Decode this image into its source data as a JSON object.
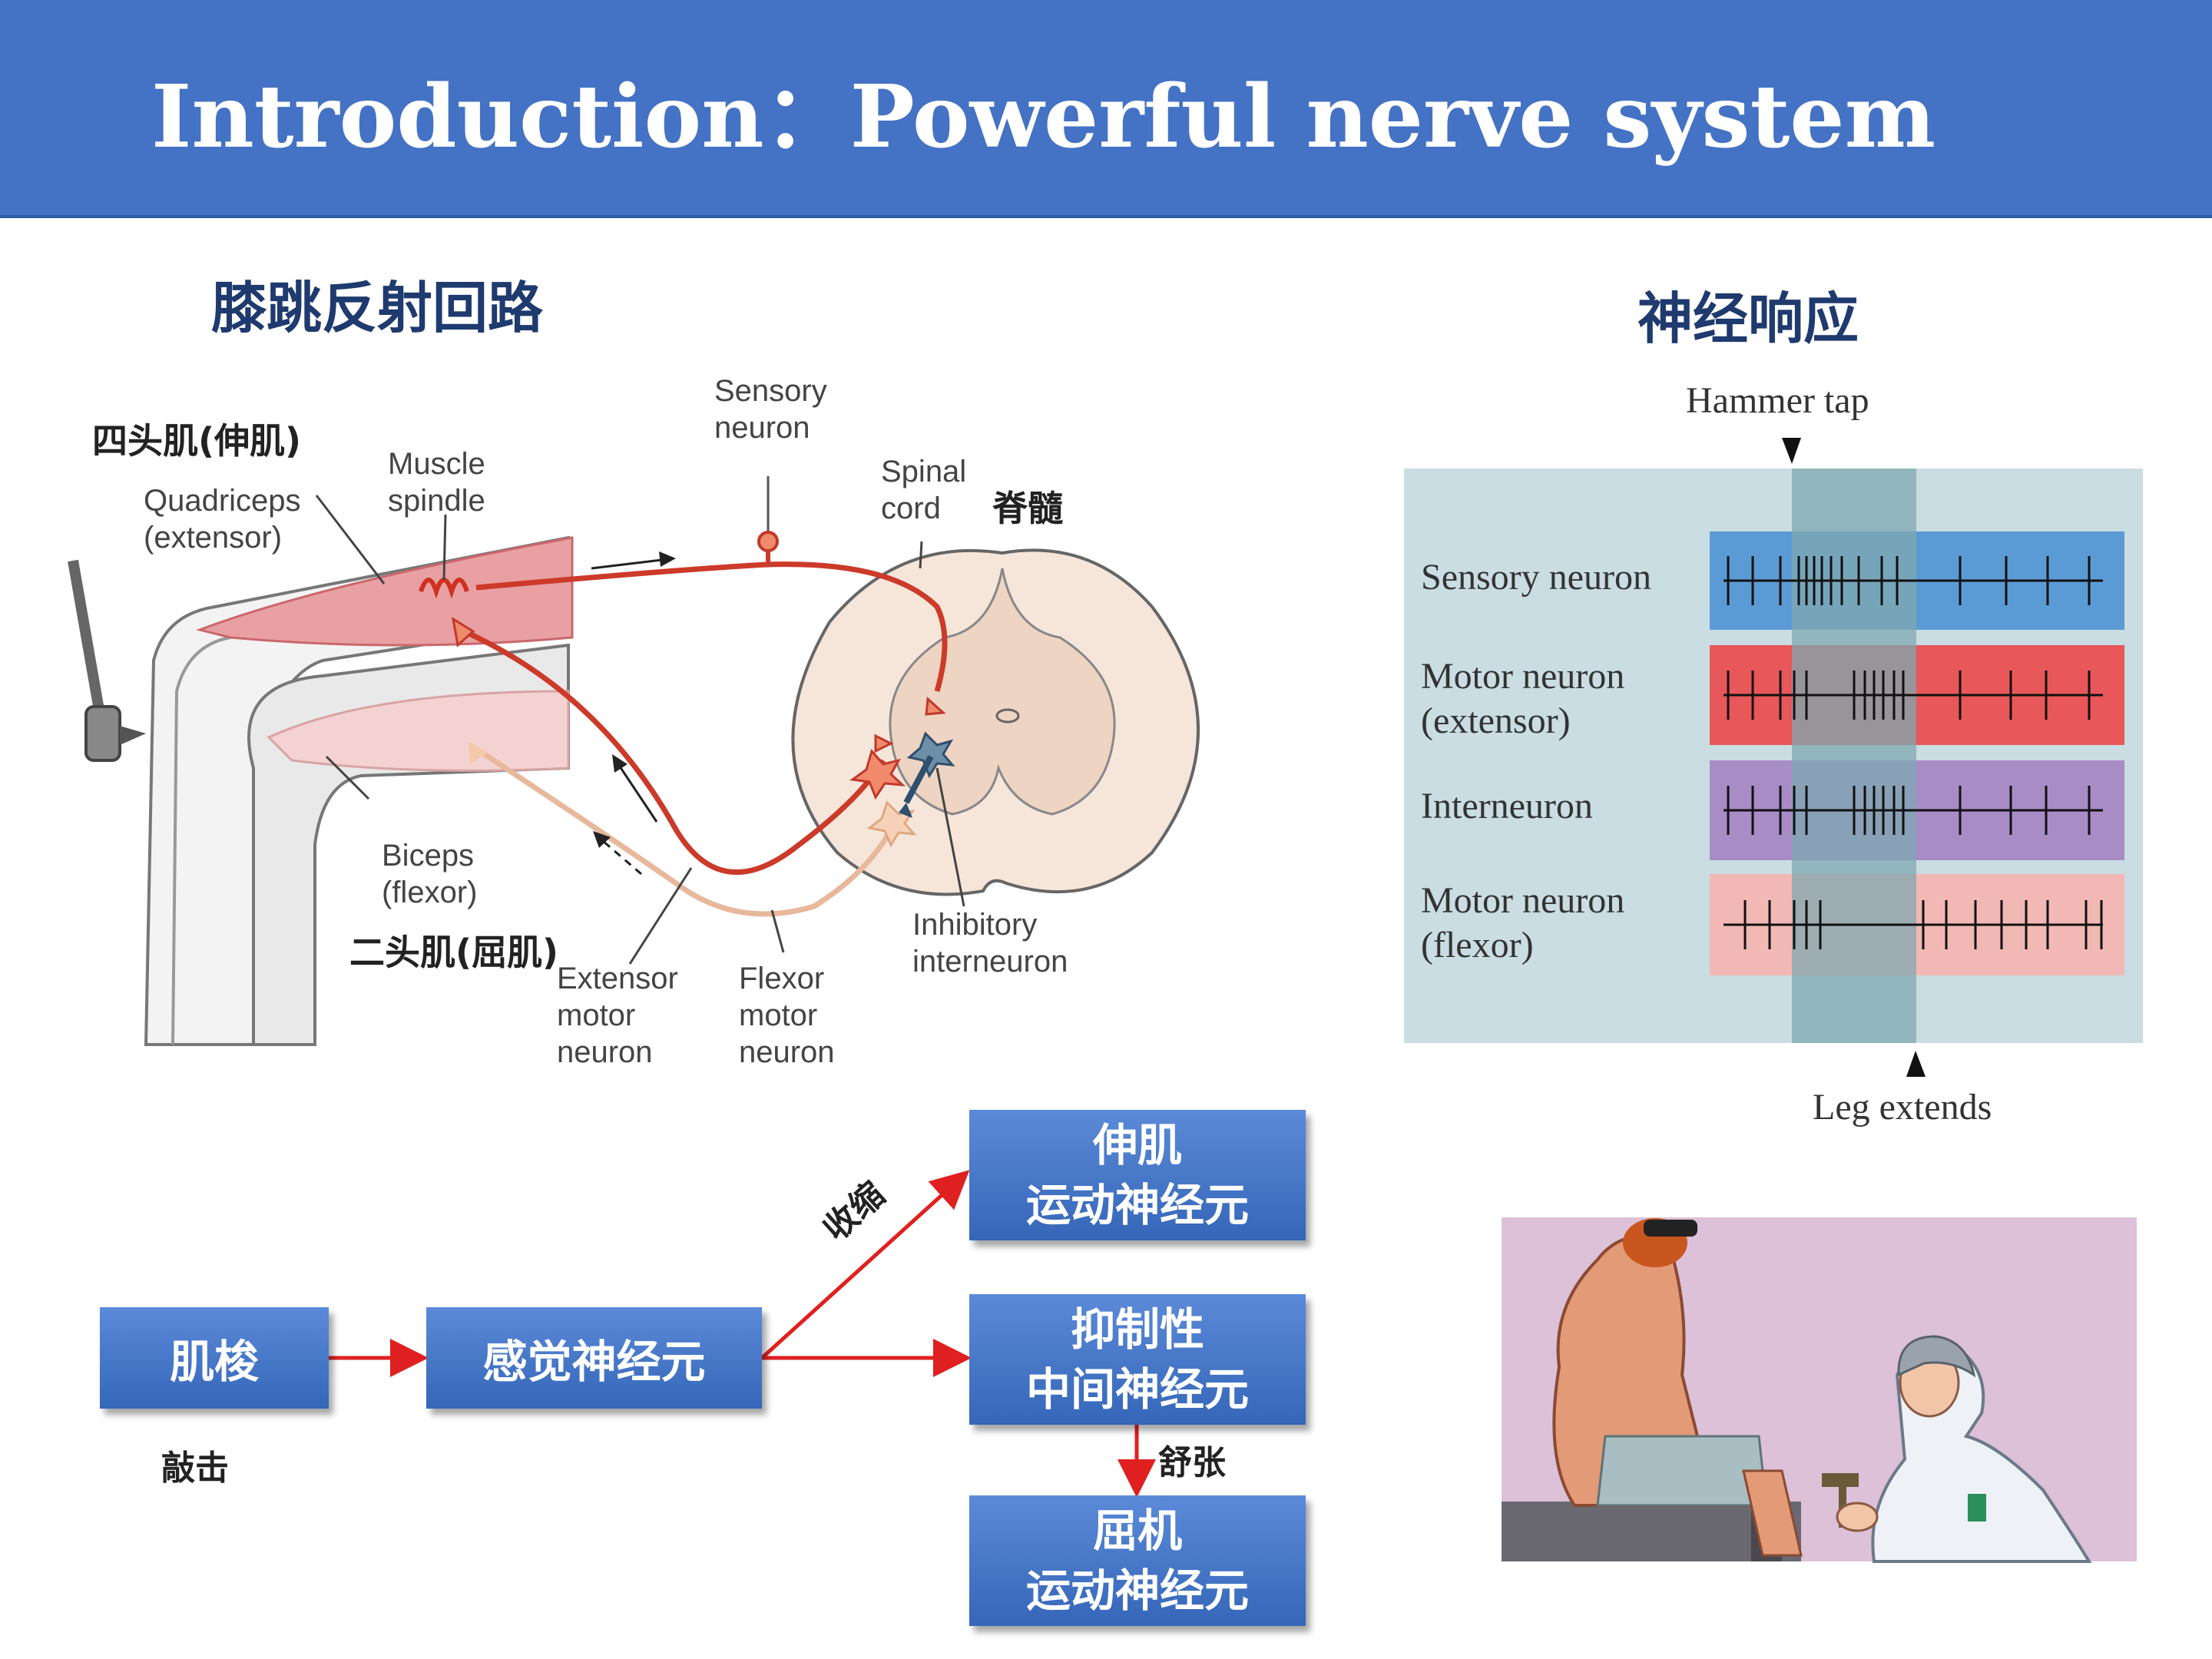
{
  "slide": {
    "title": "Introduction：Powerful nerve system"
  },
  "left_panel": {
    "heading": "膝跳反射回路",
    "label_quadriceps_cn": "四头肌(伸肌)",
    "label_biceps_cn": "二头肌(屈肌)",
    "label_spinal_cn": "脊髓",
    "fig_quadriceps": "Quadriceps\n(extensor)",
    "fig_muscle_spindle": "Muscle\nspindle",
    "fig_sensory_neuron": "Sensory\nneuron",
    "fig_spinal_cord": "Spinal\ncord",
    "fig_biceps": "Biceps\n(flexor)",
    "fig_extensor_motor": "Extensor\nmotor\nneuron",
    "fig_flexor_motor": "Flexor\nmotor\nneuron",
    "fig_inhibitory": "Inhibitory\ninterneuron"
  },
  "right_panel": {
    "heading": "神经响应",
    "hammer_tap": "Hammer tap",
    "leg_extends": "Leg extends",
    "rows": [
      {
        "label": "Sensory neuron",
        "color": "#5b9bd5"
      },
      {
        "label": "Motor neuron\n(extensor)",
        "color": "#e8575a"
      },
      {
        "label": "Interneuron",
        "color": "#a88cc6"
      },
      {
        "label": "Motor neuron\n(flexor)",
        "color": "#f2b8b5"
      }
    ],
    "background_color": "#c9dde2",
    "tap_window_color": "#7fa8b0"
  },
  "flow": {
    "spindle": "肌梭",
    "sensory": "感觉神经元",
    "extensor_line1": "伸肌",
    "extensor_line2": "运动神经元",
    "inhibit_line1": "抑制性",
    "inhibit_line2": "中间神经元",
    "flexor_line1": "屈机",
    "flexor_line2": "运动神经元",
    "label_tap": "敲击",
    "label_contract": "收缩",
    "label_relax": "舒张",
    "arrow_color": "#e02020",
    "box_color": "#4472c4"
  },
  "title_bar_color": "#4472c4"
}
